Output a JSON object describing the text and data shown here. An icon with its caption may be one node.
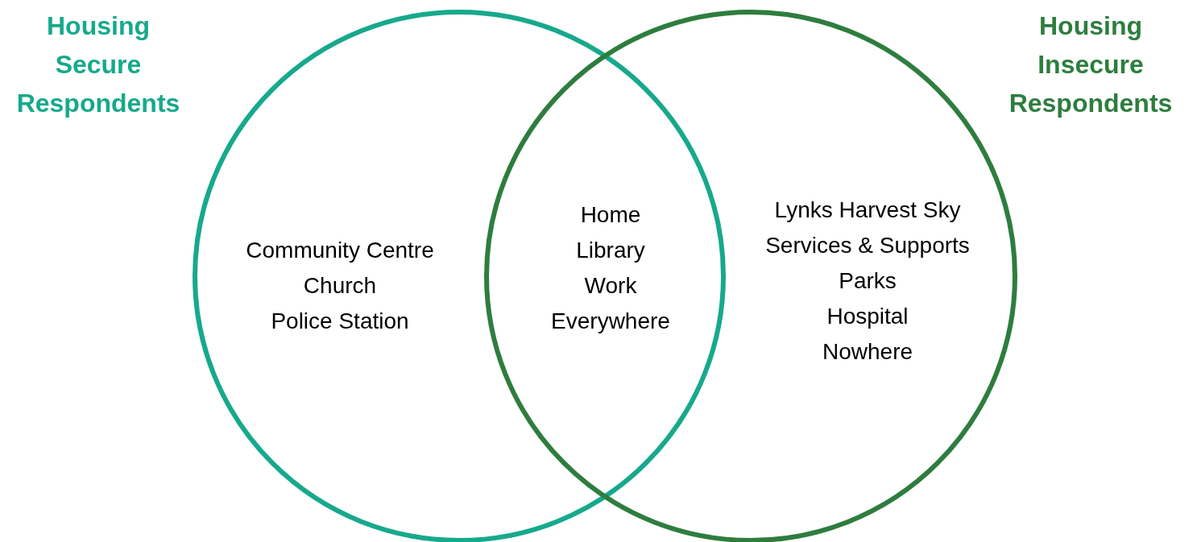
{
  "diagram": {
    "nodes": [
      {
        "text": [
          "Community Centre",
          "Church",
          "Police Station"
        ],
        "beside": [
          "Housing Secure Respondents"
        ]
      },
      {
        "text": [
          "Lynks Harvest Sky",
          "Services & Supports",
          "Parks",
          "Hospital",
          "Nowhere"
        ],
        "beside": [
          "Housing Insecure Respondents"
        ]
      }
    ],
    "labels": [
      "Home",
      "Library",
      "Work",
      "Everywhere"
    ]
  }
}
